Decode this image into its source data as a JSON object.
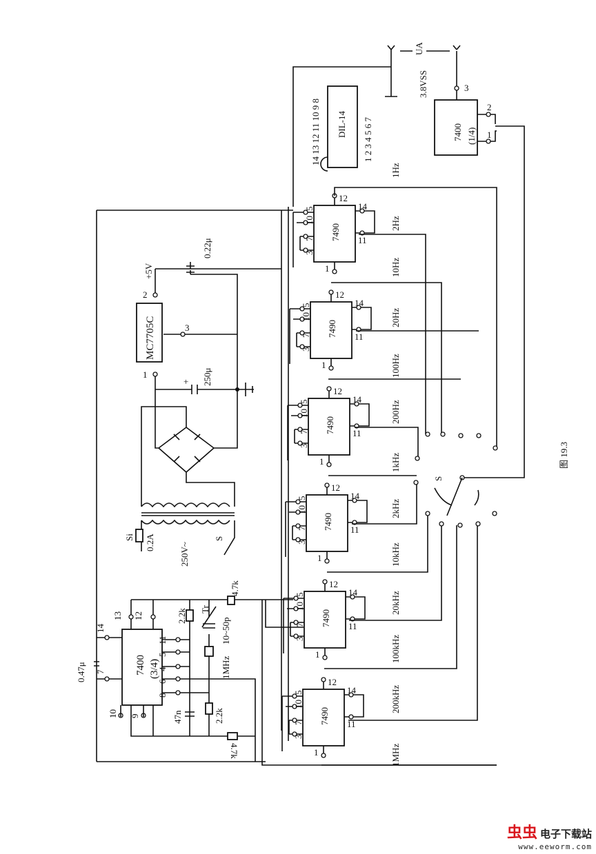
{
  "figure_caption": "图 19.3",
  "watermark": {
    "logo": "虫虫",
    "site_name": "电子下载站",
    "url": "www.eeworm.com"
  },
  "output": {
    "ua_label": "UA",
    "supply_label": "3.8VSS",
    "gate_label": "7400",
    "gate_fraction": "(1/4)",
    "pin_out": "3",
    "pin_in_a": "2",
    "pin_in_b": "1"
  },
  "dil": {
    "label": "DIL-14",
    "top_pins": "14 13 12 11 10 9 8",
    "bottom_pins": "1 2 3 4 5 6 7"
  },
  "counters": {
    "label": "7490",
    "pins": {
      "clk": "1",
      "out": "12",
      "p14": "14",
      "p11": "11",
      "p5": "5",
      "p10": "10",
      "p3": "3",
      "p7": "7"
    }
  },
  "frequencies": [
    "1Hz",
    "2Hz",
    "10Hz",
    "20Hz",
    "100Hz",
    "200Hz",
    "1kHz",
    "2kHz",
    "10kHz",
    "20kHz",
    "100kHz",
    "200kHz",
    "1MHz"
  ],
  "switch_label": "S",
  "power": {
    "vcc": "+5V",
    "cap_top": "0.22μ",
    "regulator": "MC7705C",
    "reg_pin_in": "1",
    "reg_pin_out": "2",
    "reg_pin_gnd": "3",
    "cap_main": "250μ",
    "cap_plus": "+",
    "fuse_name": "Si",
    "fuse_value": "0.2A",
    "mains": "250V~",
    "mains_switch": "S"
  },
  "oscillator": {
    "gate_label": "7400",
    "gate_fraction": "(3/4)",
    "r_top": "4.7k",
    "r1": "2.2k",
    "r2": "2.2k",
    "r_bottom": "4.7k",
    "trimmer_name": "Tr",
    "trimmer_value": "10~50p",
    "crystal": "1MHz",
    "cap_47n": "47n",
    "cap_bypass": "0.47μ",
    "pins": [
      "13",
      "12",
      "14",
      "7",
      "10",
      "9",
      "11",
      "5",
      "4",
      "6",
      "8"
    ]
  }
}
